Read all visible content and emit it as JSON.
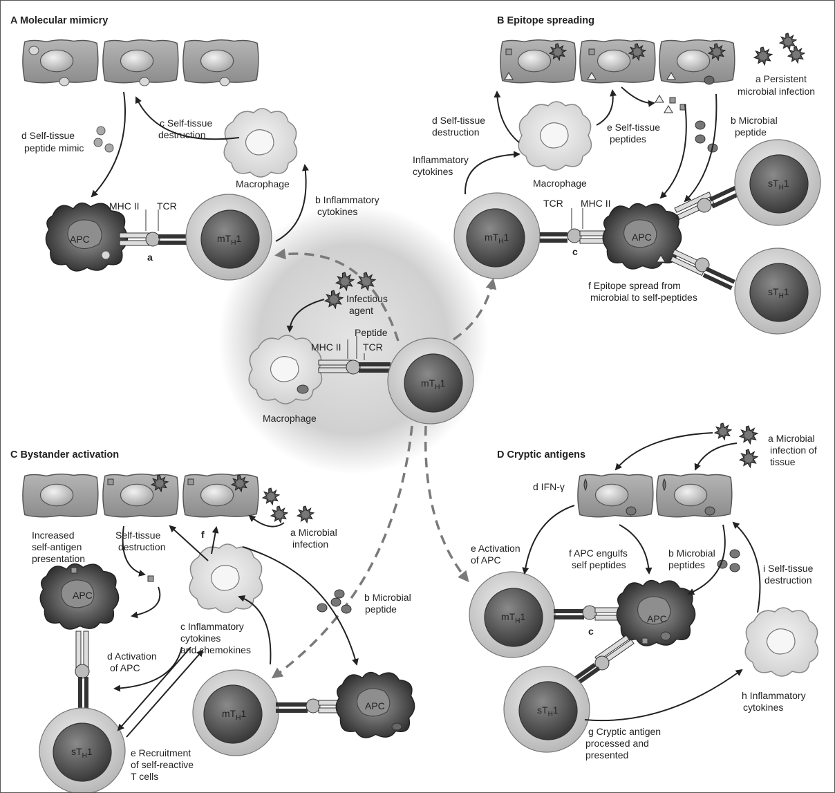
{
  "panels": {
    "A": {
      "title": "A  Molecular mimicry",
      "labels": [
        "a",
        "b  Inflammatory",
        "cytokines",
        "c  Self-tissue",
        "destruction",
        "d  Self-tissue",
        "peptide mimic",
        "Macrophage",
        "MHC II",
        "TCR",
        "APC",
        "mT",
        "H",
        "1"
      ]
    },
    "B": {
      "title": "B  Epitope spreading",
      "labels": [
        "a  Persistent",
        "microbial infection",
        "b  Microbial",
        "peptide",
        "c",
        "d  Self-tissue",
        "destruction",
        "e  Self-tissue",
        "peptides",
        "f  Epitope spread from",
        "microbial to self-peptides",
        "Inflammatory",
        "cytokines",
        "Macrophage",
        "TCR",
        "MHC II",
        "APC"
      ]
    },
    "C": {
      "title": "C  Bystander activation",
      "labels": [
        "a  Microbial",
        "infection",
        "b  Microbial",
        "peptide",
        "c  Inflammatory",
        "cytokines",
        "and chemokines",
        "d  Activation",
        "of APC",
        "e  Recruitment",
        "of self-reactive",
        "T cells",
        "f",
        "Increased",
        "self-antigen",
        "presentation",
        "Self-tissue",
        "destruction",
        "APC"
      ]
    },
    "D": {
      "title": "D  Cryptic antigens",
      "labels": [
        "a  Microbial",
        "infection of",
        "tissue",
        "b  Microbial",
        "peptides",
        "c",
        "d  IFN-γ",
        "e  Activation",
        "of APC",
        "f  APC engulfs",
        "self peptides",
        "g  Cryptic antigen",
        "processed and",
        "presented",
        "h  Inflammatory",
        "cytokines",
        "i  Self-tissue",
        "destruction",
        "APC"
      ]
    },
    "center": {
      "labels": [
        "Infectious",
        "agent",
        "MHC II",
        "Peptide",
        "TCR",
        "Macrophage"
      ]
    }
  },
  "cells": {
    "m": "mT",
    "s": "sT",
    "sub": "H",
    "sup": "1"
  },
  "colors": {
    "dark_cell": "#4a4a4a",
    "tissue": "#9a9a9a",
    "light": "#e0e0e0",
    "arrow": "#222222",
    "dashed": "#7a7a7a"
  }
}
